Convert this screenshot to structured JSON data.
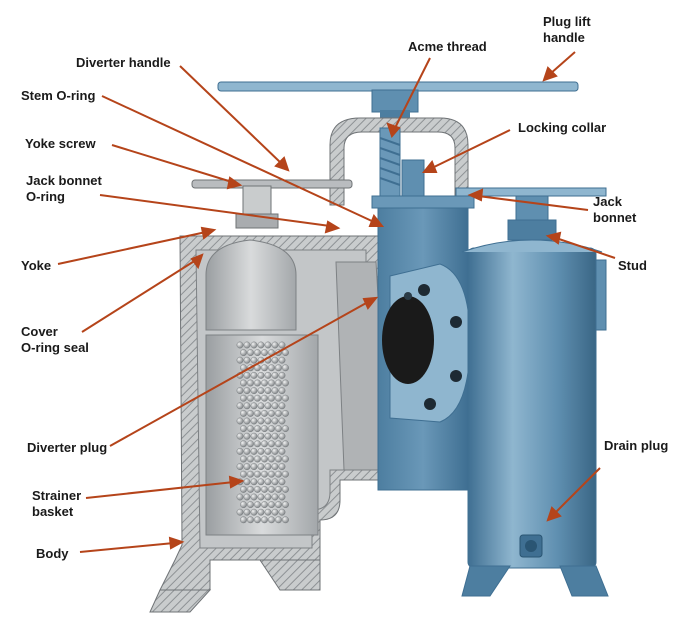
{
  "diagram": {
    "colors": {
      "steel_blue": "#5f8fb0",
      "steel_blue_dark": "#3f6f92",
      "steel_blue_light": "#8fb6cf",
      "cutaway_gray": "#b9bcbf",
      "cutaway_gray_dark": "#8e9295",
      "cutaway_gray_light": "#d9dbdc",
      "leader_line": "#b5441a",
      "label_text": "#1a1a1a"
    },
    "labels": {
      "plug_lift_handle": [
        "Plug lift",
        "handle"
      ],
      "acme_thread": "Acme thread",
      "diverter_handle": "Diverter handle",
      "stem_o_ring": "Stem O-ring",
      "locking_collar": "Locking collar",
      "yoke_screw": "Yoke screw",
      "jack_bonnet_o_ring": [
        "Jack bonnet",
        "O-ring"
      ],
      "jack_bonnet": [
        "Jack",
        "bonnet"
      ],
      "yoke": "Yoke",
      "stud": "Stud",
      "cover_o_ring_seal": [
        "Cover",
        "O-ring seal"
      ],
      "diverter_plug": "Diverter plug",
      "drain_plug": "Drain plug",
      "strainer_basket": [
        "Strainer",
        "basket"
      ],
      "body": "Body"
    }
  }
}
